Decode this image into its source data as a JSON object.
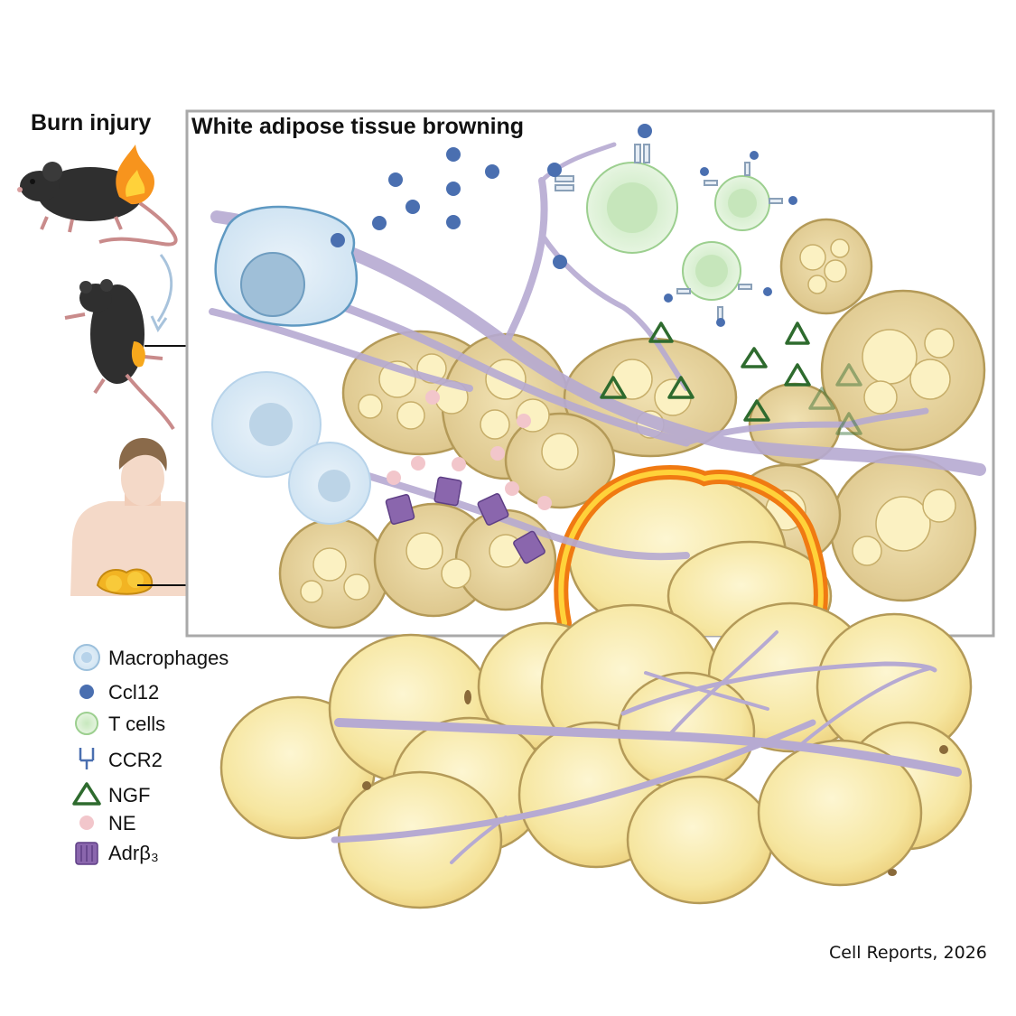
{
  "titles": {
    "burn_injury": "Burn injury",
    "panel": "White adipose tissue browning"
  },
  "legend": [
    {
      "icon": "macrophage-icon",
      "label": "Macrophages",
      "color": "#c9dff0"
    },
    {
      "icon": "ccl12-dot-icon",
      "label": "Ccl12",
      "color": "#4a6fb0"
    },
    {
      "icon": "t-cell-icon",
      "label": "T cells",
      "color": "#cdeac4"
    },
    {
      "icon": "ccr2-receptor-icon",
      "label": "CCR2",
      "color": "#4a6fb0"
    },
    {
      "icon": "ngf-triangle-icon",
      "label": "NGF",
      "color": "#2e6b2e"
    },
    {
      "icon": "ne-dot-icon",
      "label": "NE",
      "color": "#f2c6cb"
    },
    {
      "icon": "adrb3-receptor-icon",
      "label": "Adrβ₃",
      "color": "#8a66ad"
    }
  ],
  "citation": "Cell Reports, 2026",
  "colors": {
    "adipocyte_fill": "#f6e9a8",
    "adipocyte_stroke": "#b49a58",
    "nerve": "#b6aad2",
    "flame_outer": "#f07a12",
    "flame_inner": "#ffd23a",
    "panel_border": "#a9a9a9"
  }
}
